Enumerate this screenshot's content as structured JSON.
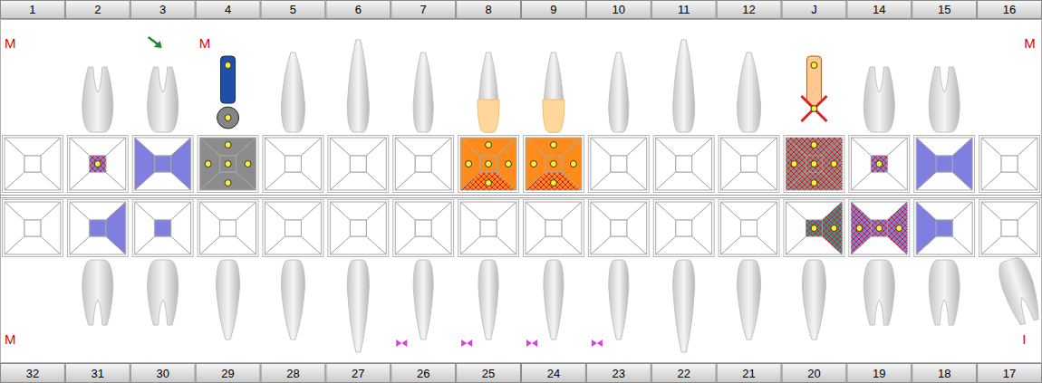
{
  "diagram": {
    "labels": [
      "1",
      "2",
      "3",
      "4",
      "5",
      "6",
      "7",
      "8",
      "9",
      "10",
      "11",
      "12",
      "J",
      "14",
      "15",
      "16",
      "M",
      "M",
      "M",
      "M",
      "I",
      "32",
      "31",
      "30",
      "29",
      "28",
      "27",
      "26",
      "25",
      "24",
      "23",
      "22",
      "21",
      "20",
      "19",
      "18",
      "17"
    ]
  }
}
